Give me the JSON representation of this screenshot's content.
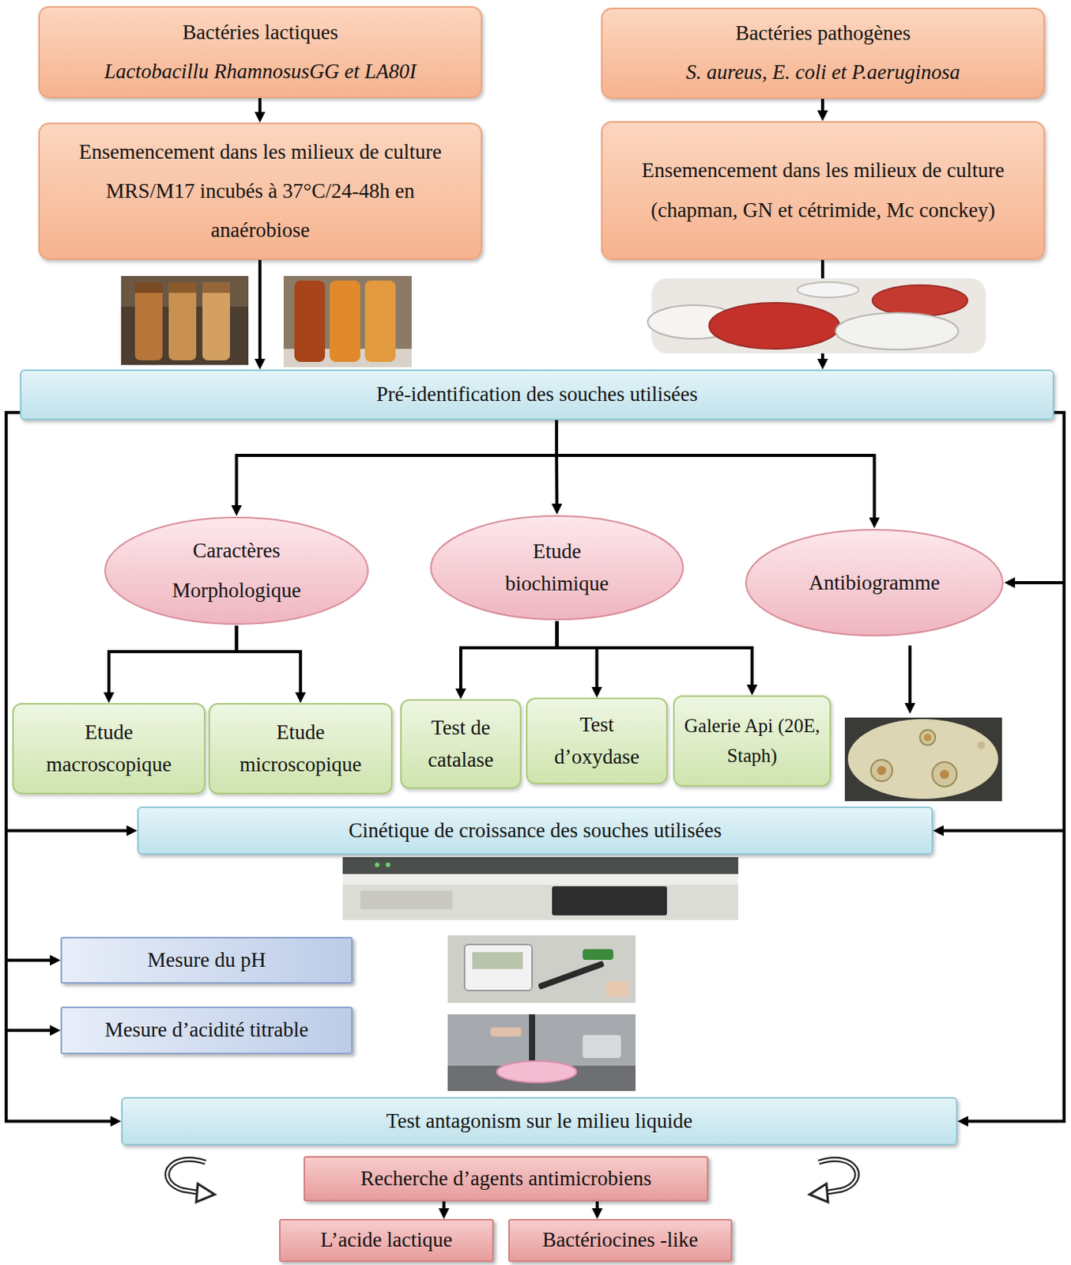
{
  "diagram": {
    "nodes": [
      {
        "text": [
          "Bactéries lactiques",
          "Lactobacillu RhamnosusGG et LA80I"
        ]
      },
      {
        "text": [
          "Bactéries pathogènes",
          "S. aureus, E. coli et P.aeruginosa"
        ]
      },
      {
        "text": [
          "Ensemencement dans les milieux de culture MRS/M17 incubés à 37°C/24-48h en anaérobiose"
        ]
      },
      {
        "text": [
          "Ensemencement dans les milieux de culture (chapman, GN et cétrimide, Mc conckey)"
        ]
      },
      {
        "text": [
          "Pré-identification des souches utilisées"
        ]
      },
      {
        "text": [
          "Caractères Morphologique"
        ]
      },
      {
        "text": [
          "Etude biochimique"
        ]
      },
      {
        "text": [
          "Antibiogramme"
        ]
      },
      {
        "text": [
          "Etude macroscopique"
        ]
      },
      {
        "text": [
          "Etude microscopique"
        ]
      },
      {
        "text": [
          "Test de catalase"
        ]
      },
      {
        "text": [
          "Test d’oxydase"
        ]
      },
      {
        "text": [
          "Galerie Api (20E, Staph)"
        ]
      },
      {
        "text": [
          "Cinétique de croissance des souches utilisées"
        ]
      },
      {
        "text": [
          "Mesure du pH"
        ]
      },
      {
        "text": [
          "Mesure d’acidité titrable"
        ]
      },
      {
        "text": [
          "Test antagonism sur le milieu liquide"
        ]
      },
      {
        "text": [
          "Recherche d’agents antimicrobiens"
        ]
      },
      {
        "text": [
          "L’acide lactique"
        ]
      },
      {
        "text": [
          "Bactériocines -like"
        ]
      }
    ],
    "edges": [
      {
        "from": 0,
        "to": 2,
        "arrow": "to"
      },
      {
        "from": 1,
        "to": 3,
        "arrow": "to"
      },
      {
        "from": 2,
        "to": 4,
        "arrow": "to"
      },
      {
        "from": 3,
        "to": 4,
        "arrow": "to"
      },
      {
        "from": 4,
        "to": 5,
        "arrow": "to"
      },
      {
        "from": 4,
        "to": 6,
        "arrow": "to"
      },
      {
        "from": 4,
        "to": 7,
        "arrow": "to"
      },
      {
        "from": 5,
        "to": 8,
        "arrow": "to"
      },
      {
        "from": 5,
        "to": 9,
        "arrow": "to"
      },
      {
        "from": 6,
        "to": 10,
        "arrow": "to"
      },
      {
        "from": 6,
        "to": 11,
        "arrow": "to"
      },
      {
        "from": 6,
        "to": 12,
        "arrow": "to"
      },
      {
        "from": 4,
        "to": 13,
        "arrow": "to"
      },
      {
        "from": 4,
        "to": 14,
        "arrow": "to"
      },
      {
        "from": 4,
        "to": 15,
        "arrow": "to"
      },
      {
        "from": 4,
        "to": 16,
        "arrow": "to"
      },
      {
        "from": 4,
        "to": 7,
        "arrow": "to"
      },
      {
        "from": 4,
        "to": 13,
        "arrow": "to"
      },
      {
        "from": 4,
        "to": 16,
        "arrow": "to"
      },
      {
        "from": 17,
        "to": 18,
        "arrow": "to"
      },
      {
        "from": 17,
        "to": 19,
        "arrow": "to"
      }
    ]
  }
}
